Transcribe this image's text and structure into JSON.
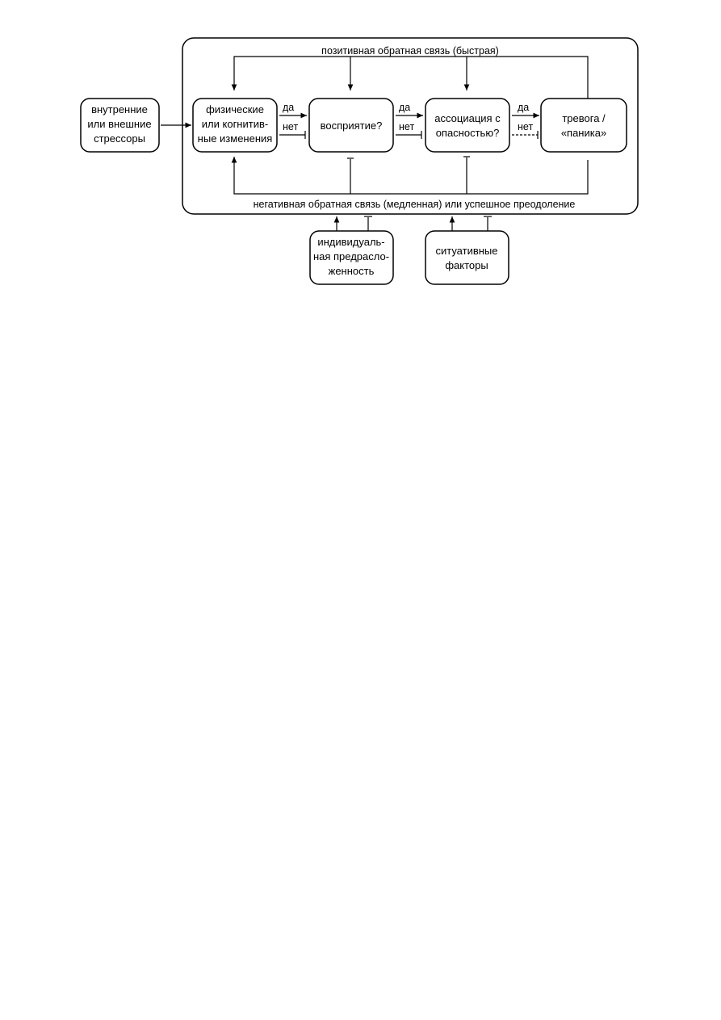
{
  "diagram": {
    "feedback": {
      "positive": "позитивная обратная связь (быстрая)",
      "negative": "негативная обратная связь (медленная) или успешное преодоление"
    },
    "boxes": {
      "stressors": [
        "внутренние",
        "или внешние",
        "стрессоры"
      ],
      "changes": [
        "физические",
        "или когнитив-",
        "ные изменения"
      ],
      "perception": [
        "восприятие?"
      ],
      "association": [
        "ассоциация с",
        "опасностью?"
      ],
      "panic": [
        "тревога /",
        "«паника»"
      ],
      "predisposition": [
        "индивидуаль-",
        "ная предрасло-",
        "женность"
      ],
      "situational": [
        "ситуативные",
        "факторы"
      ]
    },
    "branches": {
      "yes": "да",
      "no": "нет"
    }
  }
}
